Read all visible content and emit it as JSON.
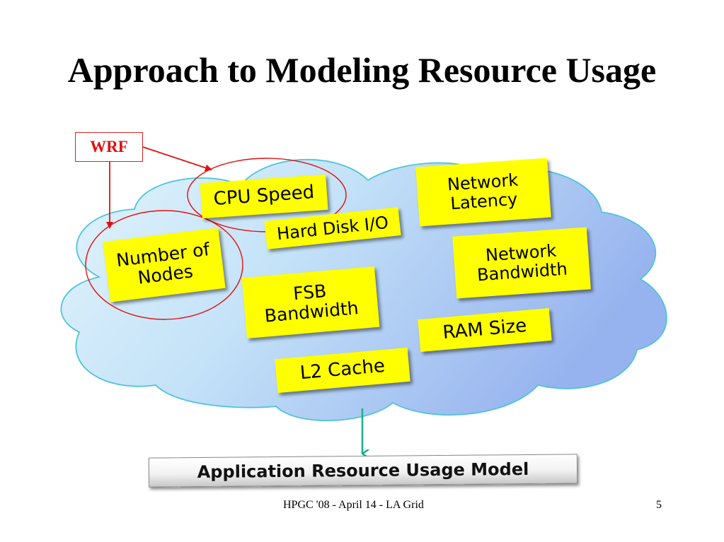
{
  "slide": {
    "title": "Approach to Modeling Resource Usage",
    "wrf_label": "WRF",
    "notes": {
      "cpu_speed": "CPU Speed",
      "hard_disk": "Hard Disk I/O",
      "network_latency": "Network Latency",
      "number_of_nodes": "Number of Nodes",
      "fsb_bandwidth": "FSB Bandwidth",
      "network_bandwidth": "Network Bandwidth",
      "ram_size": "RAM Size",
      "l2_cache": "L2 Cache"
    },
    "model_label": "Application Resource Usage Model",
    "footer_text": "HPGC '08 - April 14 - LA Grid",
    "page_number": "5"
  },
  "colors": {
    "sticky_note": "#ffff00",
    "wrf_red": "#e01010",
    "cloud_fill_light": "#d8f0fb",
    "cloud_fill_dark": "#9fb8f0",
    "cloud_outline": "#4fc3d9",
    "output_arrow": "#19b08a"
  },
  "icons": {
    "wrf_arrow": "arrow-icon",
    "output_arrow": "arrow-down-icon"
  }
}
